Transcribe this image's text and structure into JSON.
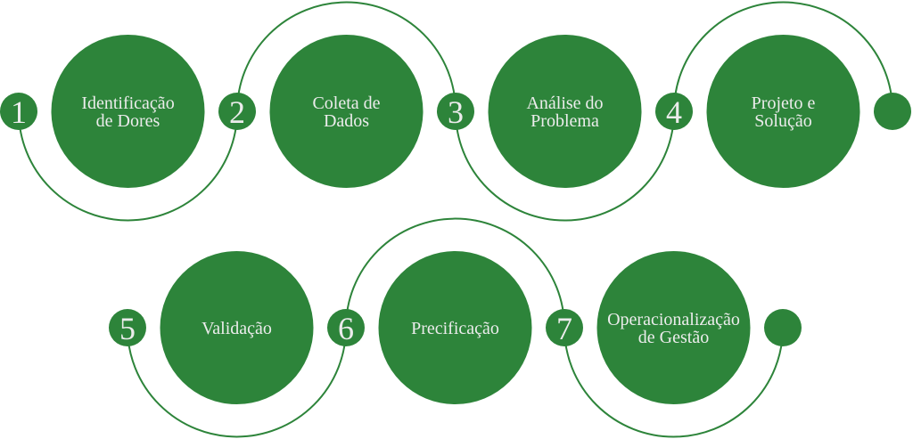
{
  "colors": {
    "green": "#2d843a",
    "text": "#ececec"
  },
  "steps": [
    {
      "number": "1",
      "lines": [
        "Identificação",
        "de Dores"
      ]
    },
    {
      "number": "2",
      "lines": [
        "Coleta de",
        "Dados"
      ]
    },
    {
      "number": "3",
      "lines": [
        "Análise do",
        "Problema"
      ]
    },
    {
      "number": "4",
      "lines": [
        "Projeto e",
        "Solução"
      ]
    },
    {
      "number": "5",
      "lines": [
        "Validação"
      ]
    },
    {
      "number": "6",
      "lines": [
        "Precificação"
      ]
    },
    {
      "number": "7",
      "lines": [
        "Operacionalização",
        "de Gestão"
      ]
    }
  ]
}
